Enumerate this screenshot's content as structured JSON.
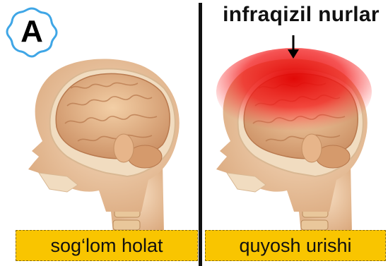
{
  "badge": {
    "letter": "A"
  },
  "top_label": "infraqizil nurlar",
  "left_panel": {
    "caption": "sog‘lom holat"
  },
  "right_panel": {
    "caption": "quyosh urishi"
  },
  "colors": {
    "caption_bg": "#f9c500",
    "skin": "#efc9a2",
    "brain": "#e8b58c",
    "heat_red": "#e10000",
    "badge_outline": "#3fa6e6"
  }
}
